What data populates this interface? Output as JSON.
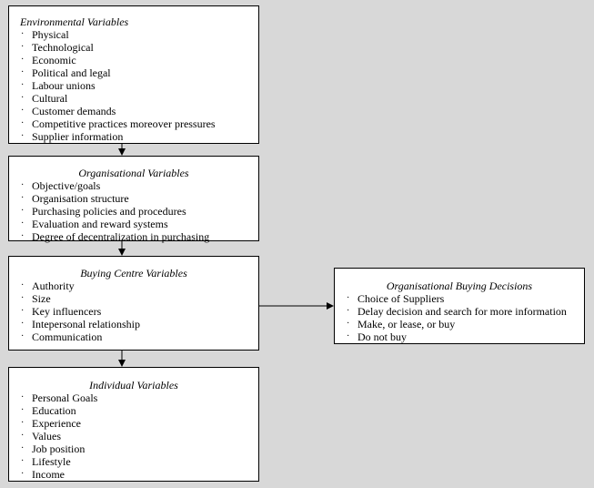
{
  "environmental": {
    "title": "Environmental Variables",
    "items": [
      "Physical",
      "Technological",
      "Economic",
      "Political and legal",
      "Labour unions",
      "Cultural",
      "Customer demands",
      "Competitive practices moreover pressures",
      "Supplier information"
    ]
  },
  "organisational": {
    "title": "Organisational Variables",
    "items": [
      "Objective/goals",
      "Organisation structure",
      "Purchasing policies and procedures",
      "Evaluation and reward systems",
      "Degree of decentralization in  purchasing"
    ]
  },
  "buying_centre": {
    "title": "Buying Centre Variables",
    "items": [
      "Authority",
      "Size",
      "Key influencers",
      "Intepersonal relationship",
      "Communication"
    ]
  },
  "individual": {
    "title": "Individual Variables",
    "items": [
      "Personal Goals",
      "Education",
      "Experience",
      "Values",
      "Job position",
      "Lifestyle",
      "Income"
    ]
  },
  "decisions": {
    "title": "Organisational Buying Decisions",
    "items": [
      "Choice of Suppliers",
      "Delay decision and search for more information",
      "Make, or lease, or buy",
      "Do not buy"
    ]
  },
  "bullet": "·",
  "corner_mark": "⠁"
}
